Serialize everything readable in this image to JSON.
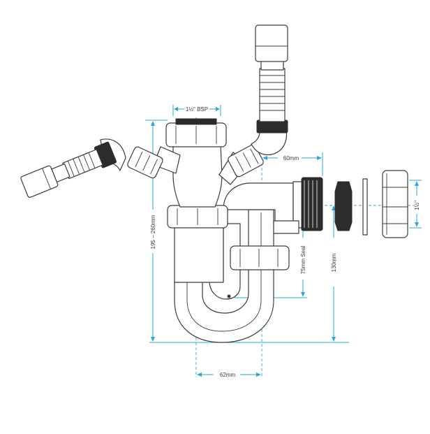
{
  "diagram": {
    "type": "technical-drawing",
    "accent_color": "#2aa7d6",
    "line_color": "#3a3a3a",
    "labels": {
      "bsp": "1½\" BSP",
      "height_range": "195 – 260mm",
      "width_60": "60mm",
      "seal_75": "75mm Seal",
      "height_130": "130mm",
      "width_62": "62mm",
      "size_1_5": "1½\""
    }
  }
}
